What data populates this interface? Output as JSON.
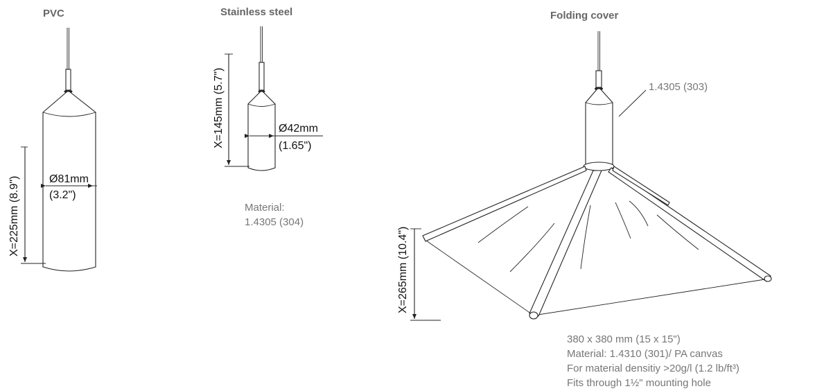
{
  "pvc": {
    "title": "PVC",
    "height_label": "X=225mm (8.9\")",
    "diameter_label": "Ø81mm",
    "diameter_label_in": "(3.2\")"
  },
  "stainless": {
    "title": "Stainless steel",
    "height_label": "X=145mm (5.7\")",
    "diameter_label": "Ø42mm",
    "diameter_label_in": "(1.65\")",
    "material_line1": "Material:",
    "material_line2": "1.4305 (304)"
  },
  "folding": {
    "title": "Folding cover",
    "part_label": "1.4305 (303)",
    "height_label": "X=265mm (10.4\")",
    "specs": [
      "380 x 380 mm (15 x 15\")",
      "Material: 1.4310 (301)/ PA canvas",
      "For material densitiy  >20g/l (1.2 lb/ft³)",
      "Fits through 1½\" mounting hole"
    ]
  }
}
